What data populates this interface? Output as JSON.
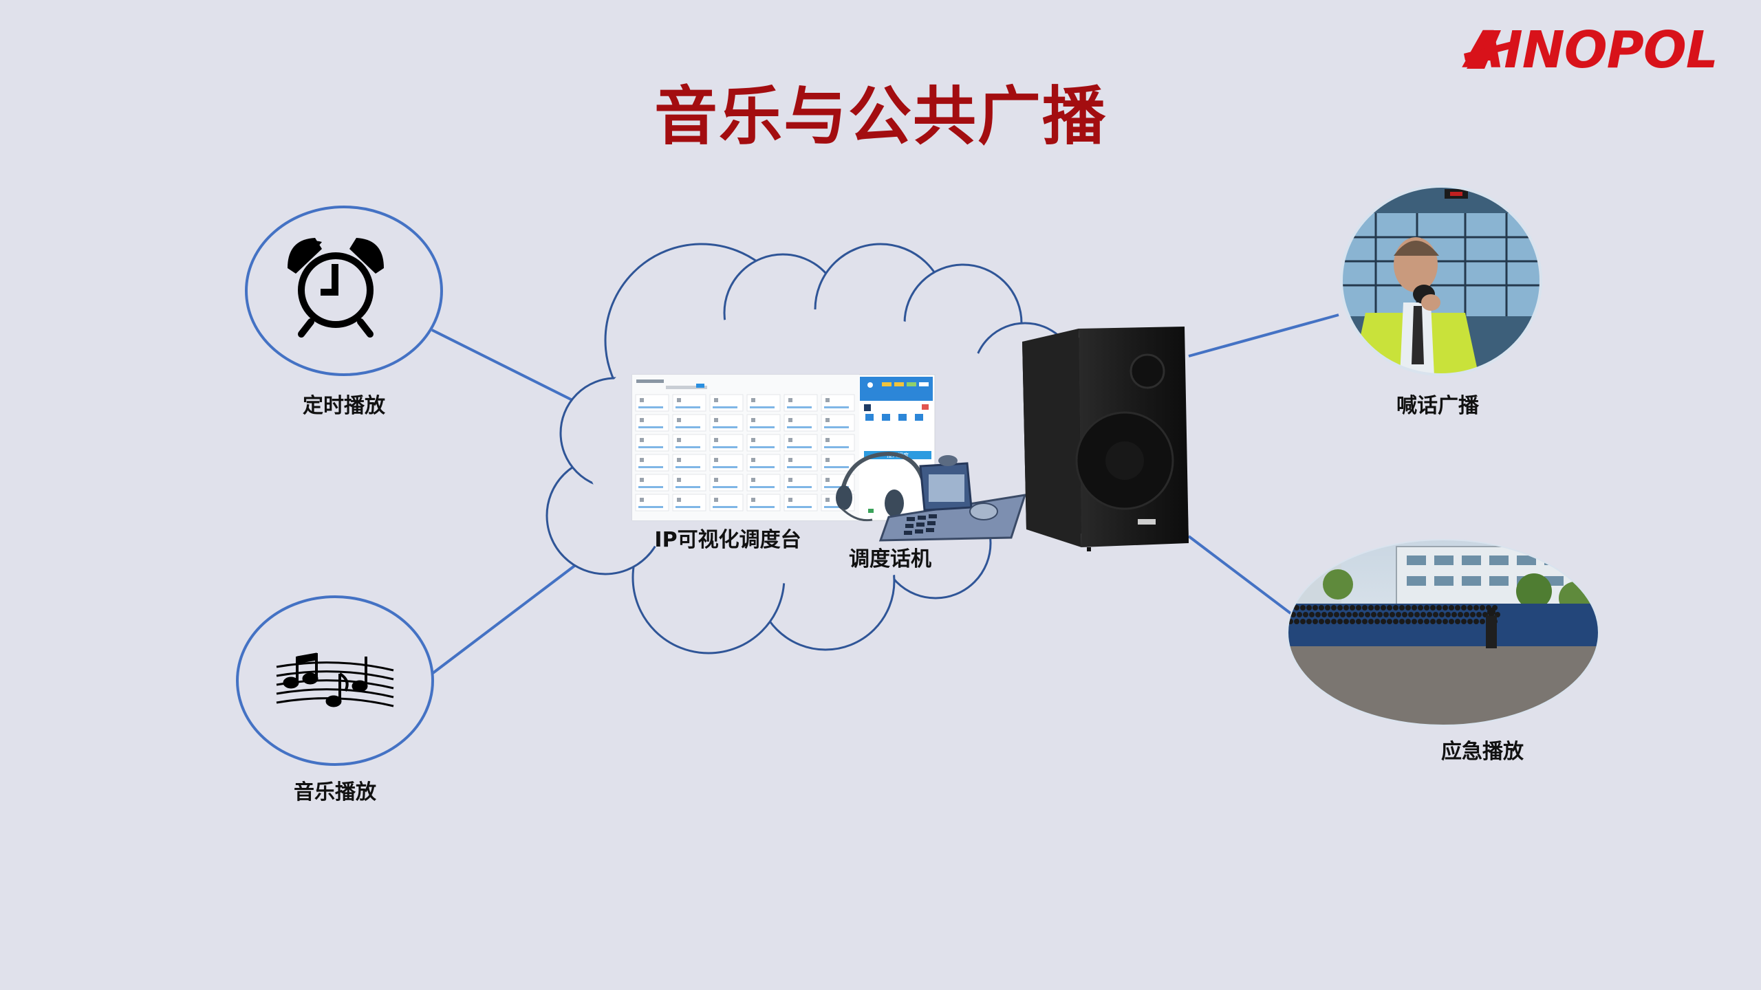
{
  "title": "音乐与公共广播",
  "brand": {
    "logo_text": "AINOPOL",
    "color": "#d8121a"
  },
  "colors": {
    "title": "#a30d10",
    "line": "#4472c4",
    "background": "#e0e1eb"
  },
  "nodes": {
    "timer": {
      "label": "定时播放",
      "icon": "alarm-clock-icon"
    },
    "music": {
      "label": "音乐播放",
      "icon": "music-notes-icon"
    },
    "dispatch_console": {
      "label": "IP可视化调度台"
    },
    "dispatch_phone": {
      "label": "调度话机"
    },
    "shout": {
      "label": "喊话广播"
    },
    "emergency": {
      "label": "应急播放"
    }
  },
  "console_screen": {
    "confirm_button": "接入调度"
  }
}
